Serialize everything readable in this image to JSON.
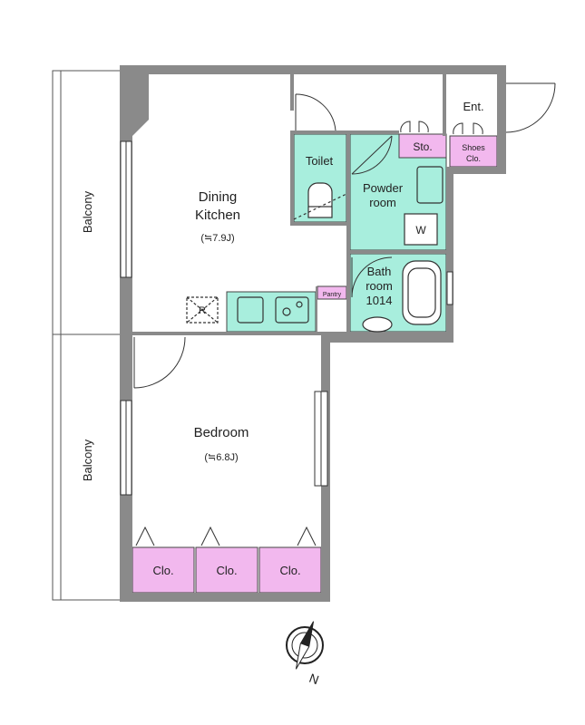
{
  "rooms": {
    "dining_kitchen": {
      "name_line1": "Dining",
      "name_line2": "Kitchen",
      "size": "(≒7.9J)"
    },
    "bedroom": {
      "name": "Bedroom",
      "size": "(≒6.8J)"
    },
    "toilet": "Toilet",
    "powder_room": {
      "line1": "Powder",
      "line2": "room"
    },
    "bathroom": {
      "line1": "Bath",
      "line2": "room",
      "line3": "1014"
    },
    "entrance": "Ent.",
    "storage": "Sto.",
    "shoes_closet": {
      "line1": "Shoes",
      "line2": "Clo."
    },
    "pantry": "Pantry",
    "closets": [
      "Clo.",
      "Clo.",
      "Clo."
    ],
    "balconies": [
      "Balcony",
      "Balcony"
    ],
    "washer": "W",
    "fridge": "R"
  },
  "compass": {
    "north_label": "N"
  },
  "colors": {
    "wall": "#8a8a8a",
    "wet_area": "#a8eedd",
    "closet": "#f2b8ee",
    "line": "#222222"
  }
}
